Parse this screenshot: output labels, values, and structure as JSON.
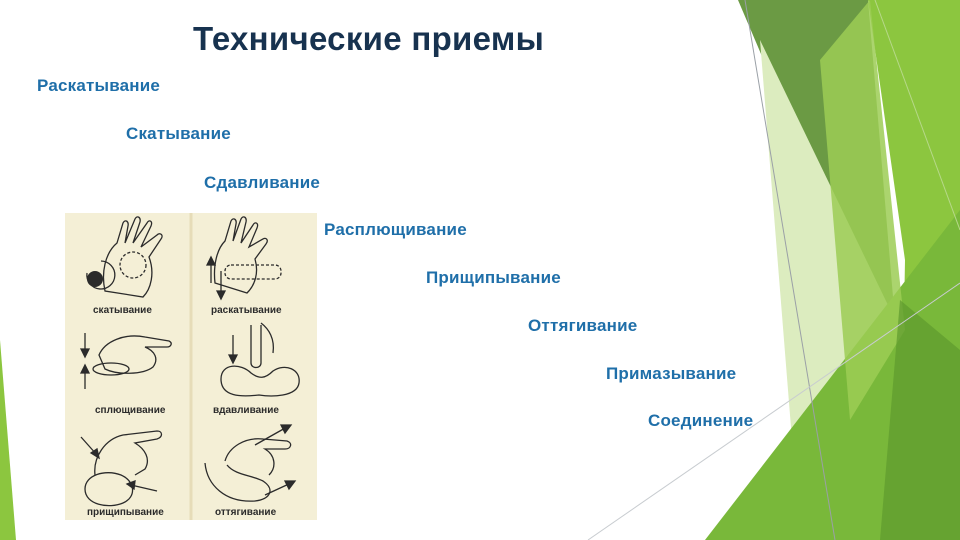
{
  "slide": {
    "title": "Технические приемы",
    "techniques": [
      "Раскатывание",
      "Скатывание",
      "Сдавливание",
      "Расплющивание",
      "Прищипывание",
      "Оттягивание",
      "Примазывание",
      "Соединение"
    ]
  },
  "figure": {
    "captions": [
      "скатывание",
      "раскатывание",
      "сплющивание",
      "вдавливание",
      "прищипывание",
      "оттягивание"
    ]
  },
  "colors": {
    "title": "#17324f",
    "technique_text": "#1f6fa9",
    "accent_green": "#8cc63f",
    "dark_green": "#5e8f3a",
    "light_green": "#d6e9b0",
    "figure_paper": "#f4efd6",
    "figure_ink": "#2b2b2b"
  }
}
